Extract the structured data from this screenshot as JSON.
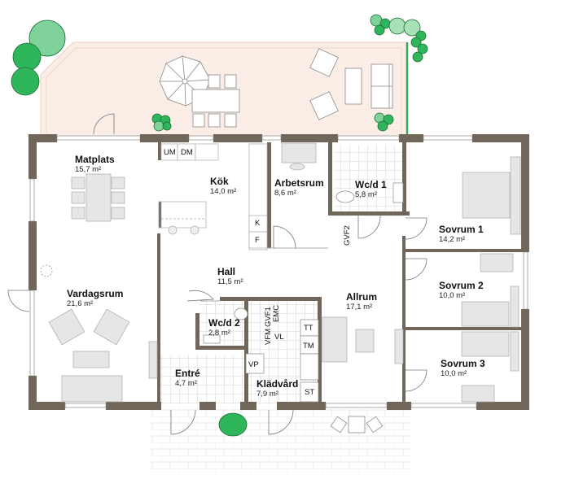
{
  "colors": {
    "wall": "#70675a",
    "terrace": "#fbeee7",
    "tree_light": "#7fd39a",
    "tree_dark": "#2fb55a",
    "tile_line": "#c8c8c8",
    "furniture": "#e6e6e6"
  },
  "rooms": [
    {
      "name": "Matplats",
      "area": "15,7 m²"
    },
    {
      "name": "Kök",
      "area": "14,0 m²"
    },
    {
      "name": "Arbetsrum",
      "area": "8,6 m²"
    },
    {
      "name": "Wc/d 1",
      "area": "5,8 m²"
    },
    {
      "name": "Sovrum 1",
      "area": "14,2 m²"
    },
    {
      "name": "Hall",
      "area": "11,5 m²"
    },
    {
      "name": "Vardagsrum",
      "area": "21,6 m²"
    },
    {
      "name": "Allrum",
      "area": "17,1 m²"
    },
    {
      "name": "Sovrum 2",
      "area": "10,0 m²"
    },
    {
      "name": "Wc/d 2",
      "area": "2,8 m²"
    },
    {
      "name": "Entré",
      "area": "4,7 m²"
    },
    {
      "name": "Klädvård",
      "area": "7,9 m²"
    },
    {
      "name": "Sovrum 3",
      "area": "10,0 m²"
    }
  ],
  "fixtures": {
    "um": "UM",
    "dm": "DM",
    "k": "K",
    "f": "F",
    "gvf2": "GVF2",
    "vfm": "VFM",
    "gvf1": "GVF1",
    "emc": "EMC",
    "vl": "VL",
    "tt": "TT",
    "tm": "TM",
    "st": "ST",
    "vp": "VP"
  }
}
